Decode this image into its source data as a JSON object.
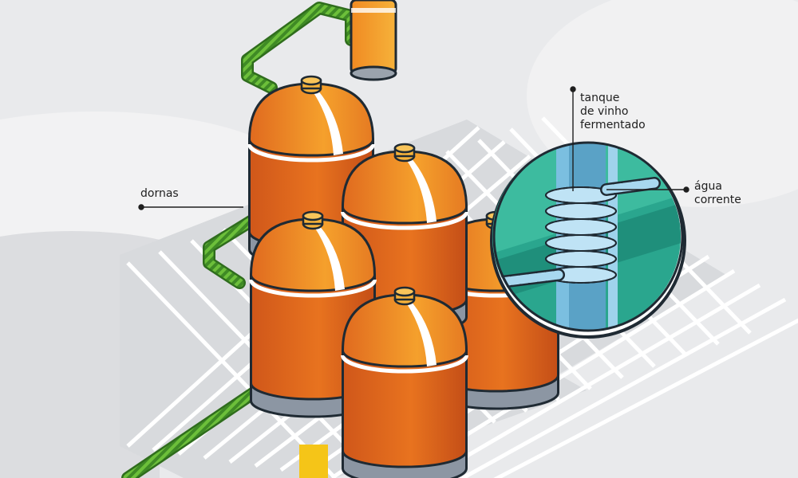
{
  "labels": {
    "dornas": "dornas",
    "tanque": "tanque\nde vinho\nfermentado",
    "agua": "água\ncorrente"
  },
  "colors": {
    "background": "#e9eaec",
    "tank_orange": "#e06a1f",
    "tank_orange_light": "#f39a2a",
    "tank_base": "#8c96a3",
    "pipe_green": "#6cbf3a",
    "grid_white": "#ffffff",
    "inset_teal": "#2aa68e",
    "coil_blue": "#8fc7e6",
    "accent_yellow": "#f5c518"
  }
}
